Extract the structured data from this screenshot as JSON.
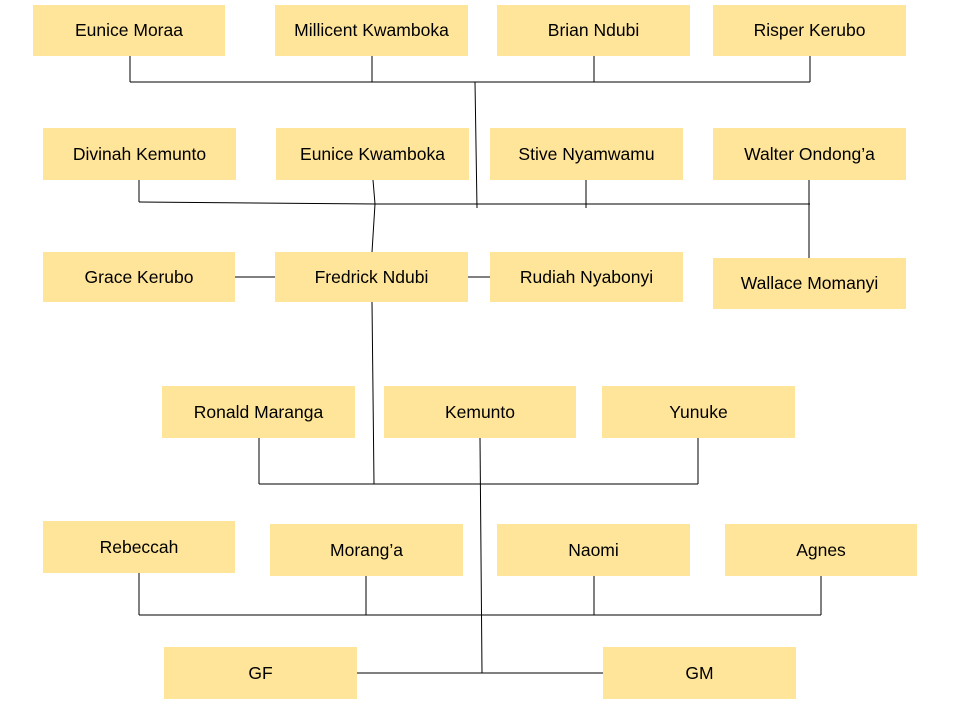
{
  "accent_color": "#ffe599",
  "line_color": "#000000",
  "nodes": {
    "eunice_moraa": "Eunice Moraa",
    "millicent_kwamboka": "Millicent Kwamboka",
    "brian_ndubi": "Brian Ndubi",
    "risper_kerubo": "Risper Kerubo",
    "divinah_kemunto": "Divinah Kemunto",
    "eunice_kwamboka": "Eunice Kwamboka",
    "stive_nyamwamu": "Stive Nyamwamu",
    "walter_ondonga": "Walter Ondong’a",
    "grace_kerubo": "Grace Kerubo",
    "fredrick_ndubi": "Fredrick Ndubi",
    "rudiah_nyabonyi": "Rudiah Nyabonyi",
    "wallace_momanyi": "Wallace Momanyi",
    "ronald_maranga": "Ronald Maranga",
    "kemunto": "Kemunto",
    "yunuke": "Yunuke",
    "rebeccah": "Rebeccah",
    "moranga": "Morang’a",
    "naomi": "Naomi",
    "agnes": "Agnes",
    "gf": "GF",
    "gm": "GM"
  }
}
